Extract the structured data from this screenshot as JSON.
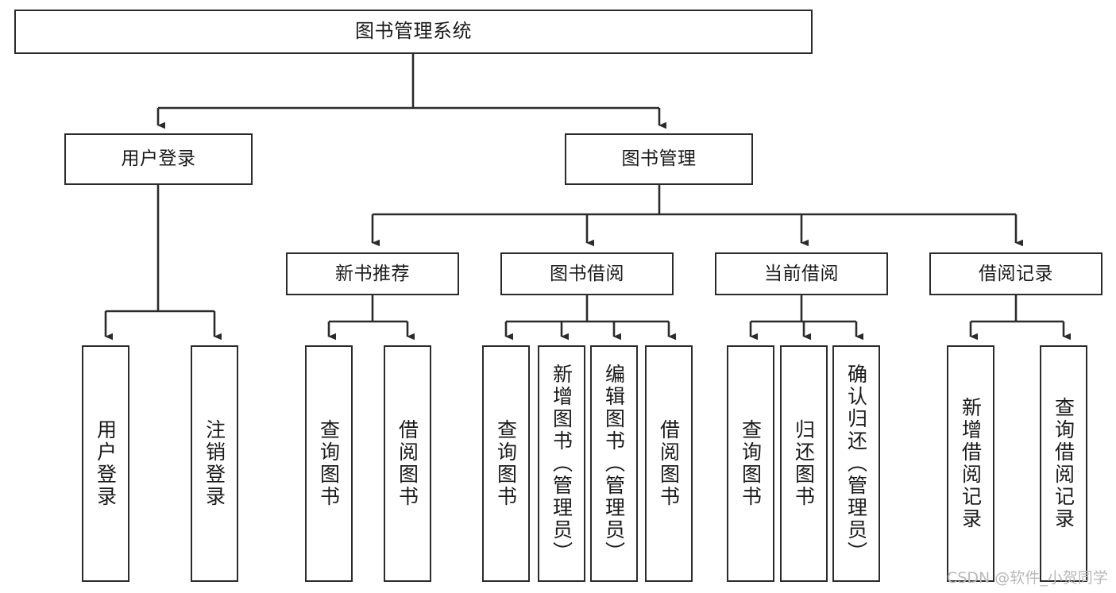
{
  "diagram": {
    "title": "图书管理系统",
    "type": "tree-hierarchy",
    "orientation": "top-down"
  },
  "root": {
    "label": "图书管理系统"
  },
  "level2": [
    {
      "label": "用户登录"
    },
    {
      "label": "图书管理"
    }
  ],
  "level3": [
    {
      "label": "新书推荐"
    },
    {
      "label": "图书借阅"
    },
    {
      "label": "当前借阅"
    },
    {
      "label": "借阅记录"
    }
  ],
  "leaves": {
    "user_login": [
      {
        "label": "用户登录"
      },
      {
        "label": "注销登录"
      }
    ],
    "new_book_recommend": [
      {
        "label": "查询图书"
      },
      {
        "label": "借阅图书"
      }
    ],
    "book_borrow": [
      {
        "label": "查询图书"
      },
      {
        "label": "新增图书（管理员）"
      },
      {
        "label": "编辑图书（管理员）"
      },
      {
        "label": "借阅图书"
      }
    ],
    "current_borrow": [
      {
        "label": "查询图书"
      },
      {
        "label": "归还图书"
      },
      {
        "label": "确认归还（管理员）"
      }
    ],
    "borrow_record": [
      {
        "label": "新增借阅记录"
      },
      {
        "label": "查询借阅记录"
      }
    ]
  },
  "watermark": {
    "text": "CSDN @软件_小贺同学"
  },
  "colors": {
    "stroke": "#2b2b2b",
    "background": "#ffffff",
    "text": "#1a1a1a",
    "watermark": "#b9b9b9"
  }
}
